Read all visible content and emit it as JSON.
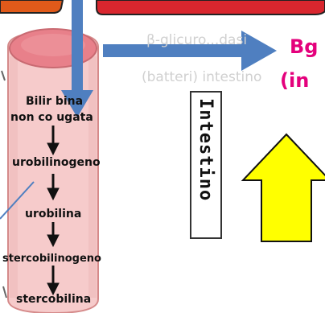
{
  "diagram": {
    "tube_labels": {
      "bilirubina_line1": "Bilir  bina",
      "bilirubina_line2": "non co  ugata",
      "urobilinogeno": "urobilinogeno",
      "urobilina": "urobilina",
      "stercobilinogeno": "stercobilinogeno",
      "stercobilina": "stercobilina"
    },
    "faint_line1": "β-glicuro...dasi",
    "faint_line2": "(batteri) intestino",
    "pink_line1": "Bg",
    "pink_line2": "(in",
    "vertical_label": "Intestino",
    "colors": {
      "tube_fill": "#f4c9c9",
      "tube_top": "#e87c84",
      "blue_arrow": "#4f7fc0",
      "yellow_arrow": "#ffff00",
      "pink_text": "#e4007c"
    }
  }
}
